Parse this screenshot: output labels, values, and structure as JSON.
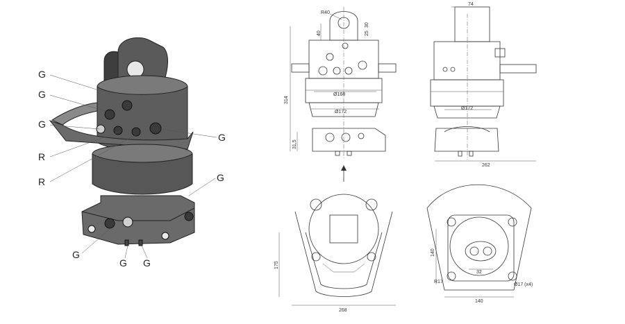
{
  "iso_view": {
    "labels": {
      "g1": "G",
      "g2": "G",
      "g3": "G",
      "g4": "G",
      "g5": "G",
      "g6": "G",
      "g7": "G",
      "g8": "G",
      "r1": "R",
      "r2": "R"
    }
  },
  "front_view": {
    "r40": "R40",
    "h40": "40",
    "h30": "30",
    "h25": "25",
    "d168": "Ø168",
    "d172": "Ø172",
    "h314": "314",
    "h315": "31,5"
  },
  "side_view": {
    "w74": "74",
    "d172": "Ø172",
    "w262": "262"
  },
  "bottom_view": {
    "h175": "175",
    "w268": "268"
  },
  "top_view": {
    "h140": "140",
    "w140": "140",
    "w32": "32",
    "r17": "R17",
    "d17": "Ø17 (x4)"
  },
  "colors": {
    "dark": "#4a4a4a",
    "mid": "#6d6d6d",
    "light": "#9a9a9a",
    "line": "#333333"
  }
}
